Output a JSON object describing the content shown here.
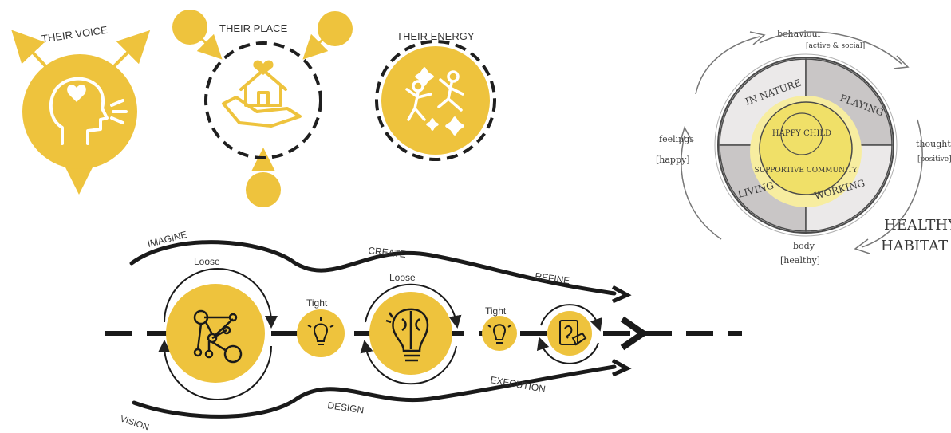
{
  "colors": {
    "accent": "#EEC33D",
    "accent_light": "#F7EDA0",
    "ink": "#1f1f1f",
    "sketch_gray": "#c9c6c6",
    "sketch_light": "#ebe9e9"
  },
  "top_circles": [
    {
      "label": "THEIR VOICE",
      "icon": "head-heart-speaking-icon"
    },
    {
      "label": "THEIR PLACE",
      "icon": "hand-house-heart-icon"
    },
    {
      "label": "THEIR ENERGY",
      "icon": "people-jumping-sparkles-icon"
    }
  ],
  "process": {
    "upper_phases": [
      "IMAGINE",
      "CREATE",
      "REFINE"
    ],
    "lower_phases": [
      "VISION",
      "DESIGN",
      "EXECUTION"
    ],
    "stages": [
      {
        "label": "Loose",
        "icon": "network-nodes-icon"
      },
      {
        "label": "Tight",
        "icon": "lightbulb-icon"
      },
      {
        "label": "Loose",
        "icon": "brain-lightbulb-icon"
      },
      {
        "label": "Tight",
        "icon": "lightbulb-icon"
      },
      {
        "label": "",
        "icon": "hand-drawing-icon"
      }
    ]
  },
  "habitat": {
    "center_top": "HAPPY CHILD",
    "center_bottom": "SUPPORTIVE COMMUNITY",
    "quadrants": [
      "IN NATURE",
      "PLAYING",
      "LIVING",
      "WORKING"
    ],
    "axes": {
      "top": [
        "behaviour",
        "[active & social]"
      ],
      "left": [
        "feelings",
        "[happy]"
      ],
      "right": [
        "thoughts",
        "[positive]"
      ],
      "bottom": [
        "body",
        "[healthy]"
      ]
    },
    "title_lines": [
      "HEALTHY",
      "HABITAT"
    ]
  }
}
